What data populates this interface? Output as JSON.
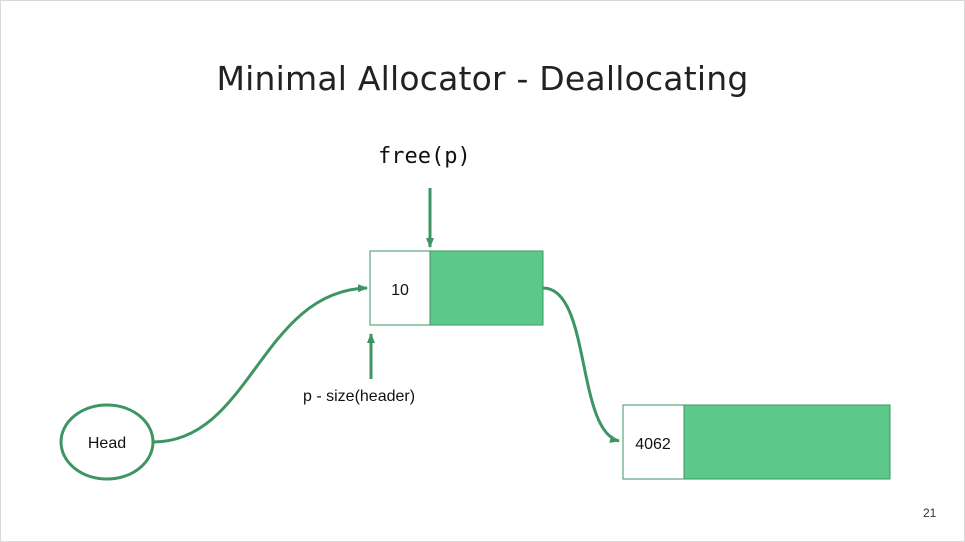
{
  "slide": {
    "title": "Minimal Allocator - Deallocating",
    "page_number": "21"
  },
  "diagram": {
    "call_label": "free(p)",
    "pointer_label": "p - size(header)",
    "head_label": "Head",
    "blocks": [
      {
        "header_value": "10"
      },
      {
        "header_value": "4062"
      }
    ]
  },
  "colors": {
    "accent_green": "#5cc98a",
    "line_green": "#3d9563",
    "text": "#111111"
  }
}
